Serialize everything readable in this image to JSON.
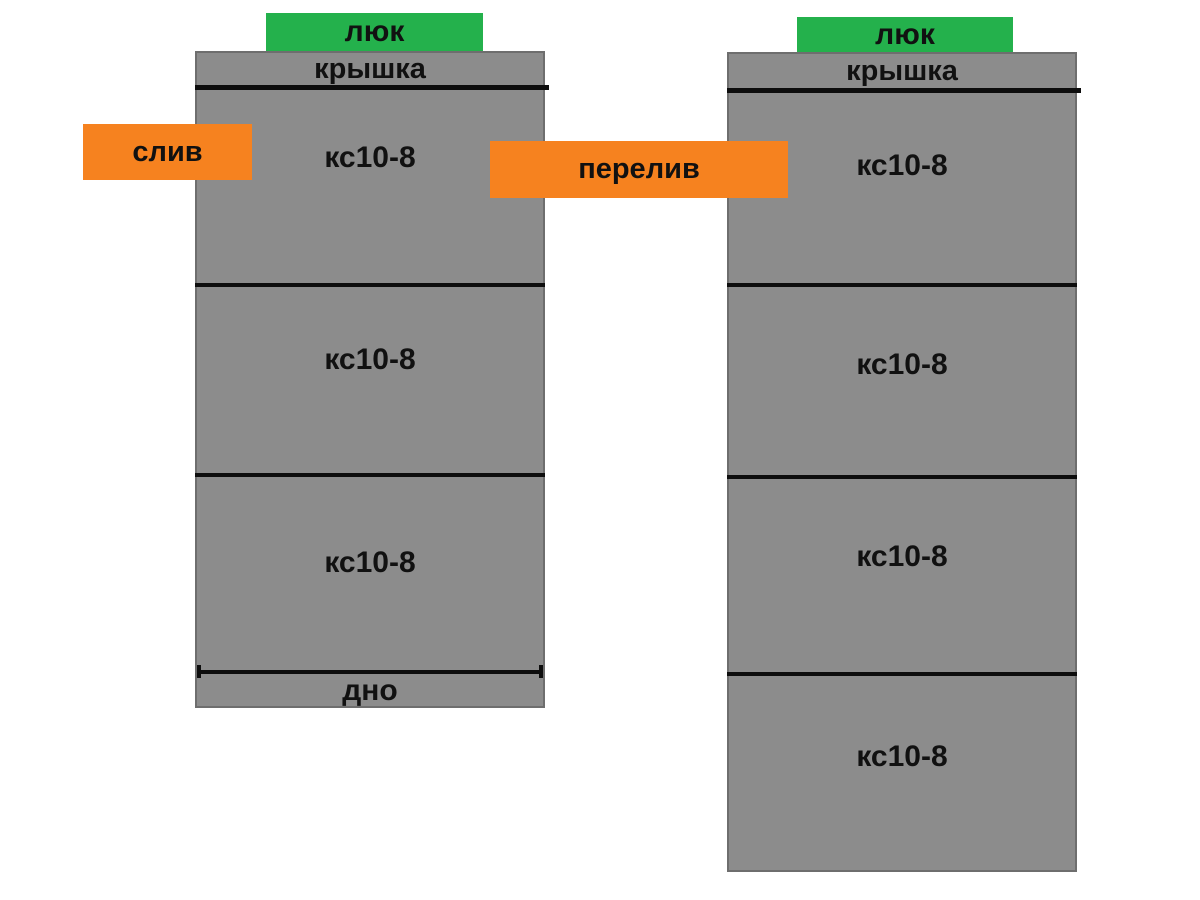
{
  "colors": {
    "gray": "#8C8C8C",
    "gray-border": "#6E6E6E",
    "green": "#24B14C",
    "orange": "#F6821F",
    "line": "#0D0D0D",
    "text": "#111111"
  },
  "left_tank": {
    "hatch_label": "люк",
    "lid_label": "крышка",
    "rings": [
      "кс10-8",
      "кс10-8",
      "кс10-8"
    ],
    "bottom_label": "дно",
    "drain_label": "слив"
  },
  "right_tank": {
    "hatch_label": "люк",
    "lid_label": "крышка",
    "rings": [
      "кс10-8",
      "кс10-8",
      "кс10-8",
      "кс10-8"
    ],
    "overflow_label": "перелив"
  }
}
